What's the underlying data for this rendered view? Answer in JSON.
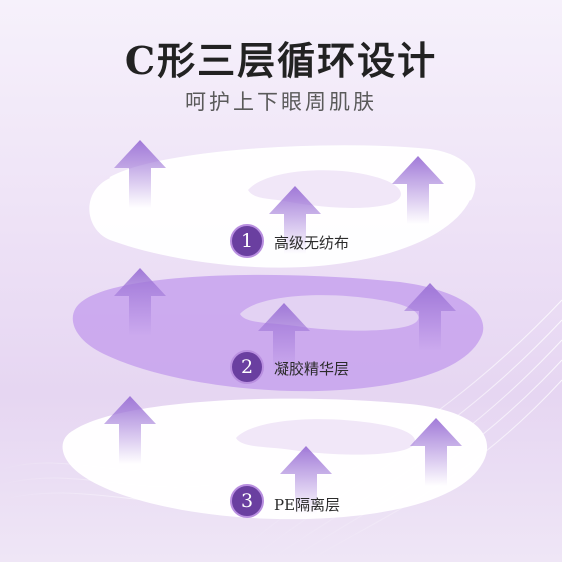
{
  "header": {
    "title": "C形三层循环设计",
    "subtitle": "呵护上下眼周肌肤"
  },
  "layers": [
    {
      "number": "1",
      "label": "高级无纺布"
    },
    {
      "number": "2",
      "label": "凝胶精华层"
    },
    {
      "number": "3",
      "label": "PE隔离层"
    }
  ],
  "colors": {
    "background": "#efe4f7",
    "layer_top": "#ffffff",
    "layer_middle": "#c9a6ee",
    "layer_bottom": "#ffffff",
    "arrow": "#9c73d6",
    "badge": "#6a3fa0",
    "title_text": "#222222",
    "subtitle_text": "#5a5a5a"
  },
  "icons": [
    "up-arrow-icon"
  ]
}
